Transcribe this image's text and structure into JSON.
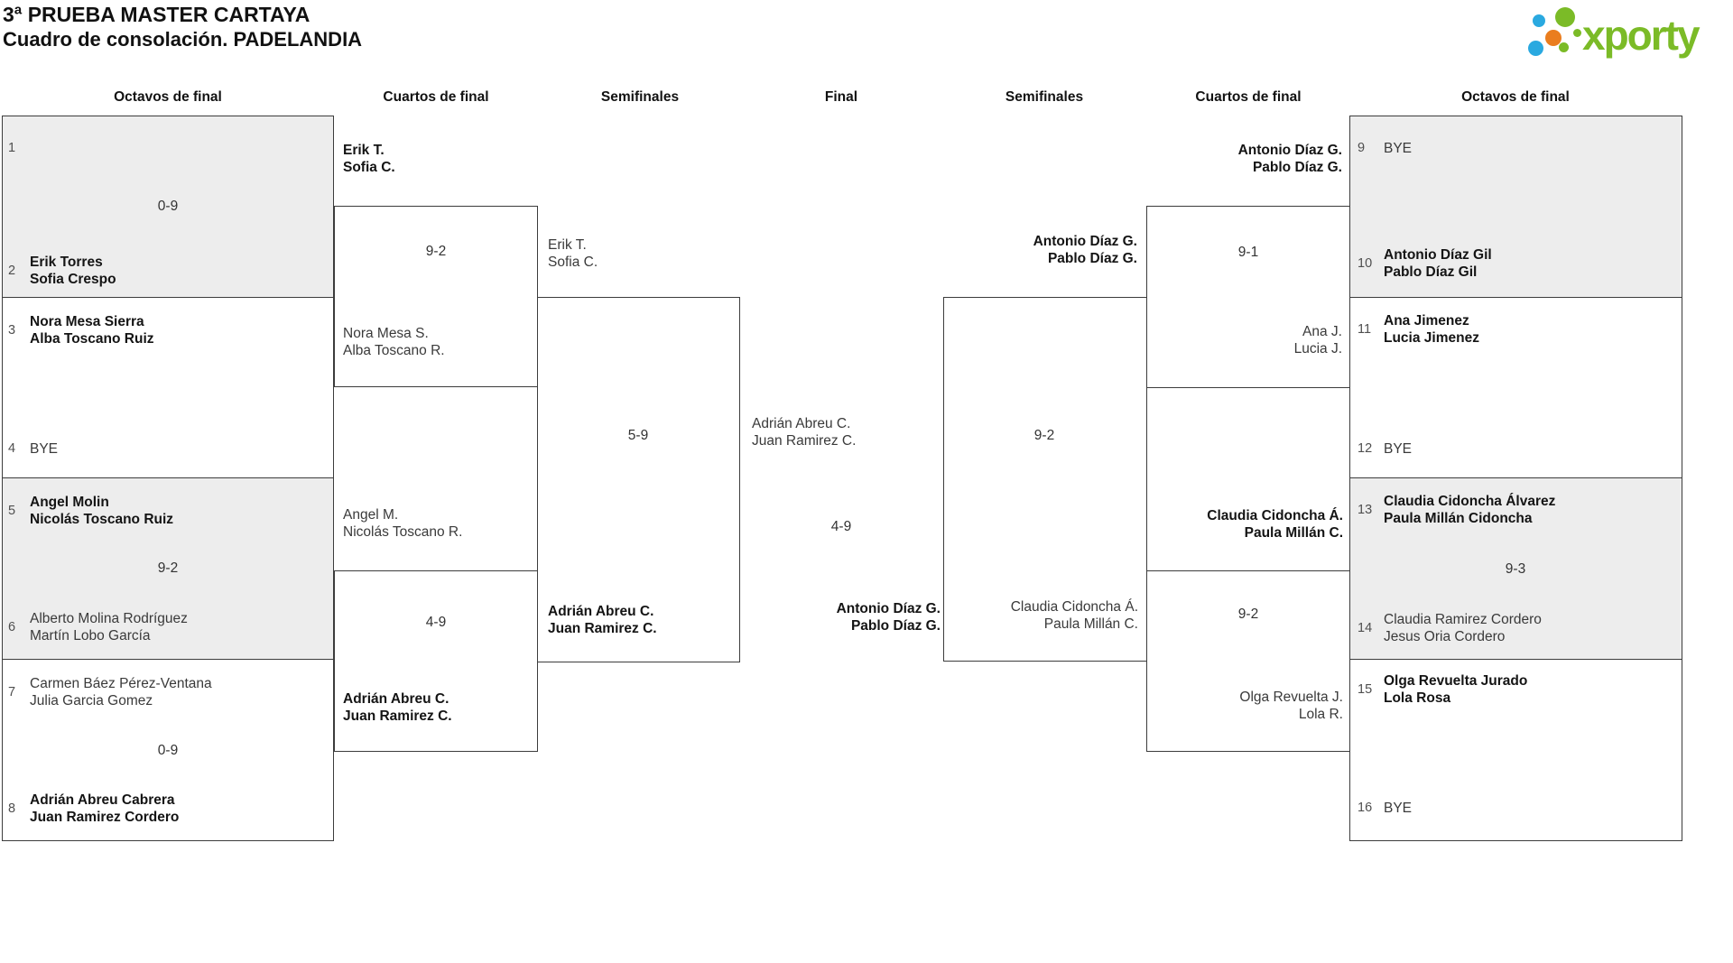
{
  "title": {
    "line1": "3ª PRUEBA MASTER CARTAYA",
    "line2": "Cuadro de consolación. PADELANDIA"
  },
  "logo": {
    "brand": "xporty"
  },
  "headers": {
    "octavos_left": "Octavos de final",
    "cuartos_left": "Cuartos de final",
    "semis_left": "Semifinales",
    "final": "Final",
    "semis_right": "Semifinales",
    "cuartos_right": "Cuartos de final",
    "octavos_right": "Octavos de final"
  },
  "octavos_left": {
    "m1": {
      "seed_top": "1",
      "score": "0-9",
      "seed_bottom": "2",
      "bottom1": "Erik Torres",
      "bottom2": "Sofia Crespo"
    },
    "m2": {
      "seed_top": "3",
      "top1": "Nora Mesa Sierra",
      "top2": "Alba Toscano Ruiz",
      "seed_bottom": "4",
      "bottom1": "BYE"
    },
    "m3": {
      "seed_top": "5",
      "top1": "Angel Molin",
      "top2": "Nicolás Toscano Ruiz",
      "score": "9-2",
      "seed_bottom": "6",
      "bottom1": "Alberto Molina Rodríguez",
      "bottom2": "Martín Lobo García"
    },
    "m4": {
      "seed_top": "7",
      "top1": "Carmen Báez Pérez-Ventana",
      "top2": "Julia Garcia Gomez",
      "score": "0-9",
      "seed_bottom": "8",
      "bottom1": "Adrián Abreu Cabrera",
      "bottom2": "Juan Ramirez Cordero"
    }
  },
  "cuartos_left": {
    "m1": {
      "top1": "Erik T.",
      "top2": "Sofia C.",
      "score": "9-2",
      "bottom1": "Nora Mesa S.",
      "bottom2": "Alba Toscano R."
    },
    "m2": {
      "top1": "Angel M.",
      "top2": "Nicolás Toscano R.",
      "score": "4-9",
      "bottom1": "Adrián Abreu C.",
      "bottom2": "Juan Ramirez C."
    }
  },
  "semis_left": {
    "top1": "Erik T.",
    "top2": "Sofia C.",
    "score": "5-9",
    "bottom1": "Adrián Abreu C.",
    "bottom2": "Juan Ramirez C."
  },
  "final": {
    "top1": "Adrián Abreu C.",
    "top2": "Juan Ramirez C.",
    "score": "4-9",
    "bottom1": "Antonio Díaz G.",
    "bottom2": "Pablo Díaz G."
  },
  "semis_right": {
    "top1": "Antonio Díaz G.",
    "top2": "Pablo Díaz G.",
    "score": "9-2",
    "bottom1": "Claudia Cidoncha Á.",
    "bottom2": "Paula Millán C."
  },
  "cuartos_right": {
    "m1": {
      "top1": "Antonio Díaz G.",
      "top2": "Pablo Díaz G.",
      "score": "9-1",
      "bottom1": "Ana J.",
      "bottom2": "Lucia J."
    },
    "m2": {
      "top1": "Claudia Cidoncha Á.",
      "top2": "Paula Millán C.",
      "score": "9-2",
      "bottom1": "Olga Revuelta J.",
      "bottom2": "Lola R."
    }
  },
  "octavos_right": {
    "m1": {
      "seed_top": "9",
      "top1": "BYE",
      "seed_bottom": "10",
      "bottom1": "Antonio Díaz Gil",
      "bottom2": "Pablo Díaz Gil"
    },
    "m2": {
      "seed_top": "11",
      "top1": "Ana Jimenez",
      "top2": "Lucia Jimenez",
      "seed_bottom": "12",
      "bottom1": "BYE"
    },
    "m3": {
      "seed_top": "13",
      "top1": "Claudia Cidoncha Álvarez",
      "top2": "Paula Millán Cidoncha",
      "score": "9-3",
      "seed_bottom": "14",
      "bottom1": "Claudia Ramirez Cordero",
      "bottom2": "Jesus Oria Cordero"
    },
    "m4": {
      "seed_top": "15",
      "top1": "Olga Revuelta Jurado",
      "top2": "Lola Rosa",
      "seed_bottom": "16",
      "bottom1": "BYE"
    }
  },
  "colors": {
    "brand_green": "#7bbb27",
    "brand_blue": "#2aa9e0",
    "brand_orange": "#ea7d1e"
  }
}
